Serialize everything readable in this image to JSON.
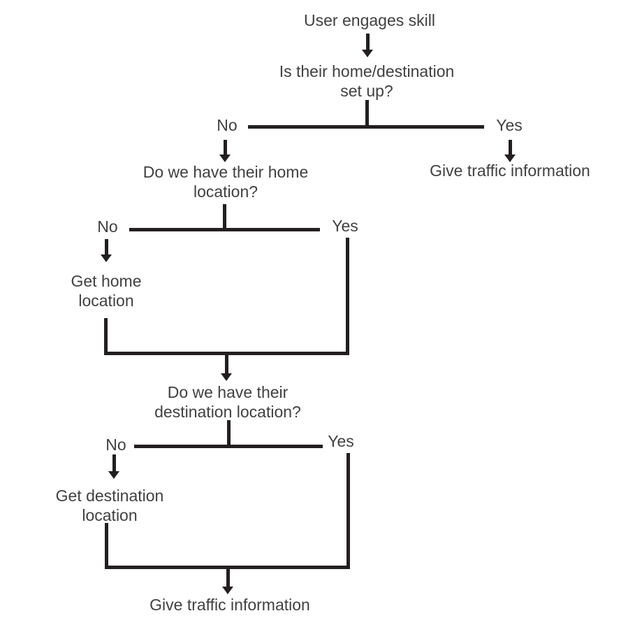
{
  "colors": {
    "line": "#231f20",
    "text": "#414141",
    "background": "#ffffff"
  },
  "flowchart": {
    "start": "User engages skill",
    "decision_setup": {
      "line1": "Is their home/destination",
      "line2": "set up?",
      "no_label": "No",
      "yes_label": "Yes"
    },
    "give_traffic_yes": "Give traffic information",
    "decision_home": {
      "line1": "Do we have their home",
      "line2": "location?",
      "no_label": "No",
      "yes_label": "Yes"
    },
    "get_home": {
      "line1": "Get home",
      "line2": "location"
    },
    "decision_destination": {
      "line1": "Do we have their",
      "line2": "destination location?",
      "no_label": "No",
      "yes_label": "Yes"
    },
    "get_destination": {
      "line1": "Get destination",
      "line2": "location"
    },
    "give_traffic_final": "Give traffic information"
  }
}
